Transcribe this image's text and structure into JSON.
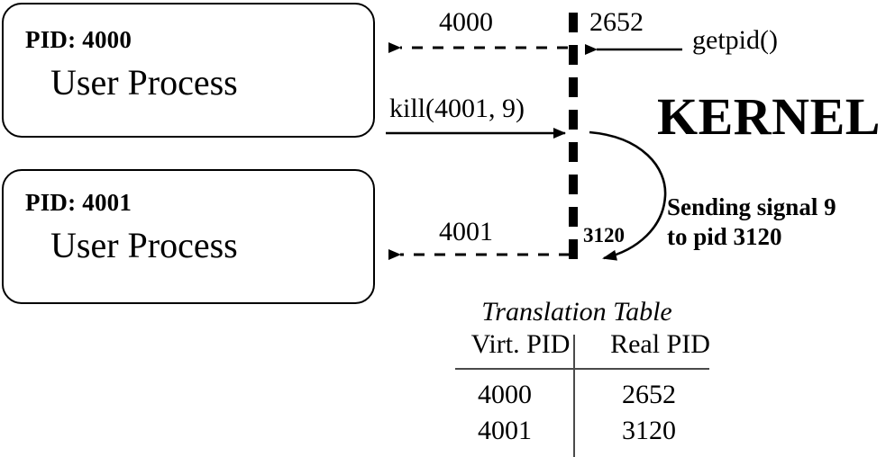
{
  "diagram": {
    "title": "PID virtualization / signal translation diagram",
    "colors": {
      "ink": "#000000",
      "rule": "#4a4a4a",
      "background": "#ffffff"
    },
    "processes": [
      {
        "pid_label": "PID: 4000",
        "name": "User Process"
      },
      {
        "pid_label": "PID: 4001",
        "name": "User Process"
      }
    ],
    "kernel": {
      "label": "KERNEL",
      "boundary_name": "kernel-user-boundary"
    },
    "messages": {
      "reply_4000": "4000",
      "real_2652": "2652",
      "syscall_getpid": "getpid()",
      "syscall_kill": "kill(4001, 9)",
      "reply_4001": "4001",
      "real_3120": "3120",
      "signal_note": "Sending signal 9\nto pid 3120",
      "signal_note_line1": "Sending signal 9",
      "signal_note_line2": "to pid 3120"
    },
    "table": {
      "title": "Translation Table",
      "columns": [
        "Virt. PID",
        "Real PID"
      ],
      "rows": [
        {
          "virt": "4000",
          "real": "2652"
        },
        {
          "virt": "4001",
          "real": "3120"
        }
      ]
    }
  }
}
